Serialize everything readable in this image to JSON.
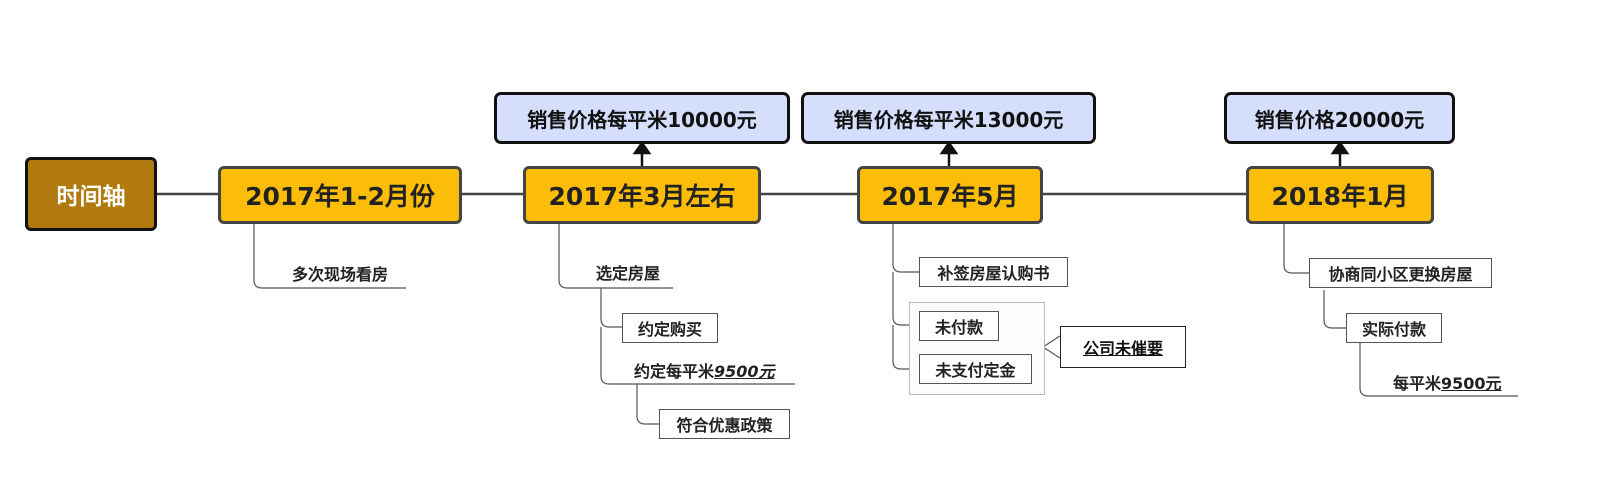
{
  "root": {
    "label": "时间轴"
  },
  "milestones": [
    {
      "date": "2017年1-2月份",
      "items": [
        {
          "label": "多次现场看房"
        }
      ]
    },
    {
      "date": "2017年3月左右",
      "price": "销售价格每平米10000元",
      "items": [
        {
          "label": "选定房屋"
        },
        {
          "label": "约定购买"
        },
        {
          "label_prefix": "约定每平米",
          "label_value": "9500元"
        },
        {
          "label": "符合优惠政策"
        }
      ]
    },
    {
      "date": "2017年5月",
      "price": "销售价格每平米13000元",
      "items": [
        {
          "label": "补签房屋认购书"
        },
        {
          "label": "未付款"
        },
        {
          "label": "未支付定金"
        }
      ],
      "callout": "公司未催要"
    },
    {
      "date": "2018年1月",
      "price": "销售价格20000元",
      "items": [
        {
          "label": "协商同小区更换房屋"
        },
        {
          "label": "实际付款"
        },
        {
          "label_prefix": "每平米",
          "label_value": "9500元"
        }
      ]
    }
  ],
  "colors": {
    "root_fill": "#b07a0e",
    "milestone_fill": "#fbbd08",
    "price_fill": "#d5defb",
    "line": "#444444"
  }
}
